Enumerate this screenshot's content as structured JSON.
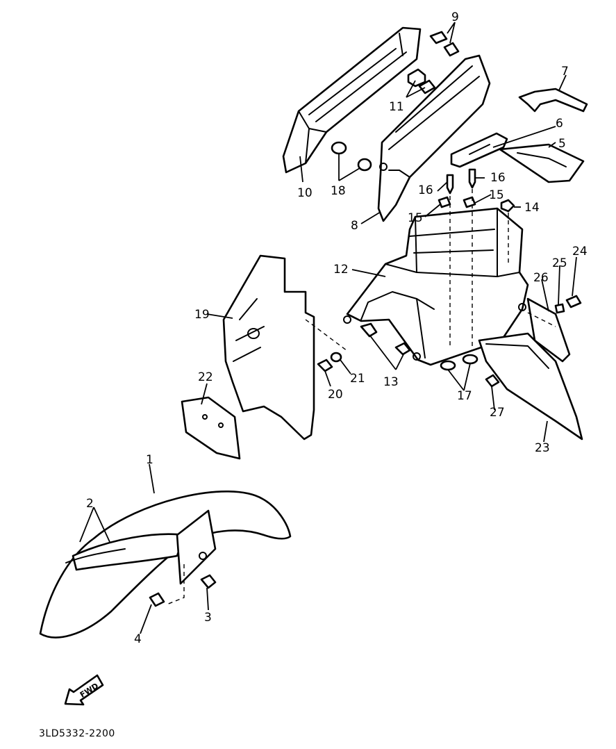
{
  "diagram_code": "3LD5332-2200",
  "direction_arrow": {
    "label": "FWD",
    "icon": "fwd-arrow-icon"
  },
  "callouts": [
    "1",
    "2",
    "3",
    "4",
    "5",
    "6",
    "7",
    "8",
    "9",
    "10",
    "11",
    "12",
    "13",
    "14",
    "15",
    "15",
    "16",
    "16",
    "17",
    "18",
    "19",
    "20",
    "21",
    "22",
    "23",
    "24",
    "25",
    "26",
    "27"
  ]
}
